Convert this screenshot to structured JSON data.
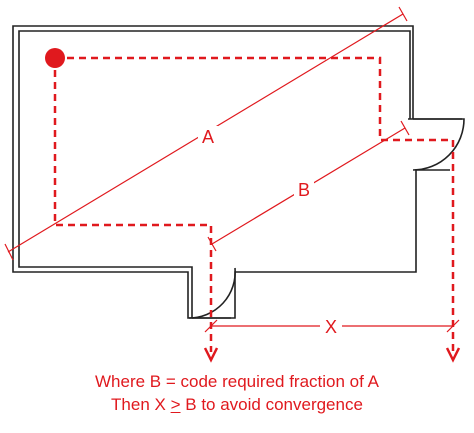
{
  "colors": {
    "accent": "#e0191e",
    "wall": "#222222",
    "background": "#ffffff"
  },
  "labels": {
    "a": "A",
    "b": "B",
    "x": "X"
  },
  "caption": {
    "line1": "Where B = code required fraction of A",
    "line2_before": "Then X ",
    "line2_symbol": ">",
    "line2_after": " B to avoid convergence"
  },
  "icons": {
    "start_marker": "occupant-start-dot",
    "exit_arrow": "down-arrow"
  }
}
